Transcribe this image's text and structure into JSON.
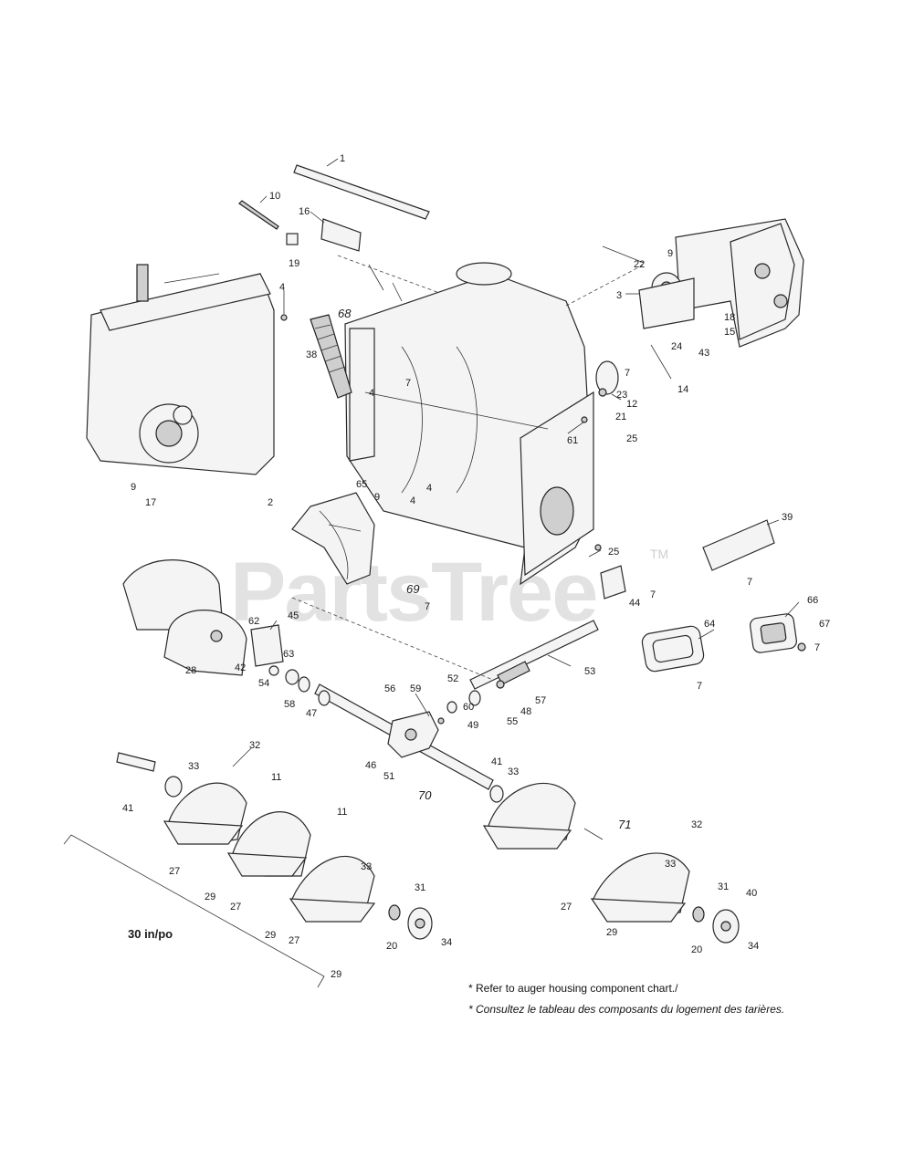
{
  "watermark": {
    "text": "PartsTree",
    "tm": "TM"
  },
  "size_label": "30 in/po",
  "notes": [
    "* Refer to auger housing component chart./",
    "* Consultez le tableau des composants du logement des tarières."
  ],
  "callouts": [
    {
      "n": "1"
    },
    {
      "n": "10"
    },
    {
      "n": "16"
    },
    {
      "n": "4"
    },
    {
      "n": "68"
    },
    {
      "n": "19"
    },
    {
      "n": "38"
    },
    {
      "n": "4"
    },
    {
      "n": "7"
    },
    {
      "n": "9"
    },
    {
      "n": "17"
    },
    {
      "n": "22"
    },
    {
      "n": "9"
    },
    {
      "n": "3"
    },
    {
      "n": "18"
    },
    {
      "n": "15"
    },
    {
      "n": "43"
    },
    {
      "n": "24"
    },
    {
      "n": "14"
    },
    {
      "n": "7"
    },
    {
      "n": "23"
    },
    {
      "n": "12"
    },
    {
      "n": "21"
    },
    {
      "n": "61"
    },
    {
      "n": "25"
    },
    {
      "n": "65"
    },
    {
      "n": "9"
    },
    {
      "n": "4"
    },
    {
      "n": "4"
    },
    {
      "n": "2"
    },
    {
      "n": "39"
    },
    {
      "n": "7"
    },
    {
      "n": "25"
    },
    {
      "n": "69"
    },
    {
      "n": "7"
    },
    {
      "n": "44"
    },
    {
      "n": "7"
    },
    {
      "n": "66"
    },
    {
      "n": "67"
    },
    {
      "n": "7"
    },
    {
      "n": "64"
    },
    {
      "n": "7"
    },
    {
      "n": "45"
    },
    {
      "n": "62"
    },
    {
      "n": "63"
    },
    {
      "n": "28"
    },
    {
      "n": "42"
    },
    {
      "n": "54"
    },
    {
      "n": "58"
    },
    {
      "n": "47"
    },
    {
      "n": "56"
    },
    {
      "n": "59"
    },
    {
      "n": "52"
    },
    {
      "n": "53"
    },
    {
      "n": "48"
    },
    {
      "n": "57"
    },
    {
      "n": "55"
    },
    {
      "n": "60"
    },
    {
      "n": "49"
    },
    {
      "n": "46"
    },
    {
      "n": "51"
    },
    {
      "n": "70"
    },
    {
      "n": "41"
    },
    {
      "n": "33"
    },
    {
      "n": "32"
    },
    {
      "n": "33"
    },
    {
      "n": "11"
    },
    {
      "n": "41"
    },
    {
      "n": "11"
    },
    {
      "n": "27"
    },
    {
      "n": "33"
    },
    {
      "n": "29"
    },
    {
      "n": "27"
    },
    {
      "n": "31"
    },
    {
      "n": "29"
    },
    {
      "n": "27"
    },
    {
      "n": "20"
    },
    {
      "n": "34"
    },
    {
      "n": "29"
    },
    {
      "n": "71"
    },
    {
      "n": "32"
    },
    {
      "n": "33"
    },
    {
      "n": "27"
    },
    {
      "n": "31"
    },
    {
      "n": "40"
    },
    {
      "n": "29"
    },
    {
      "n": "20"
    },
    {
      "n": "34"
    }
  ]
}
